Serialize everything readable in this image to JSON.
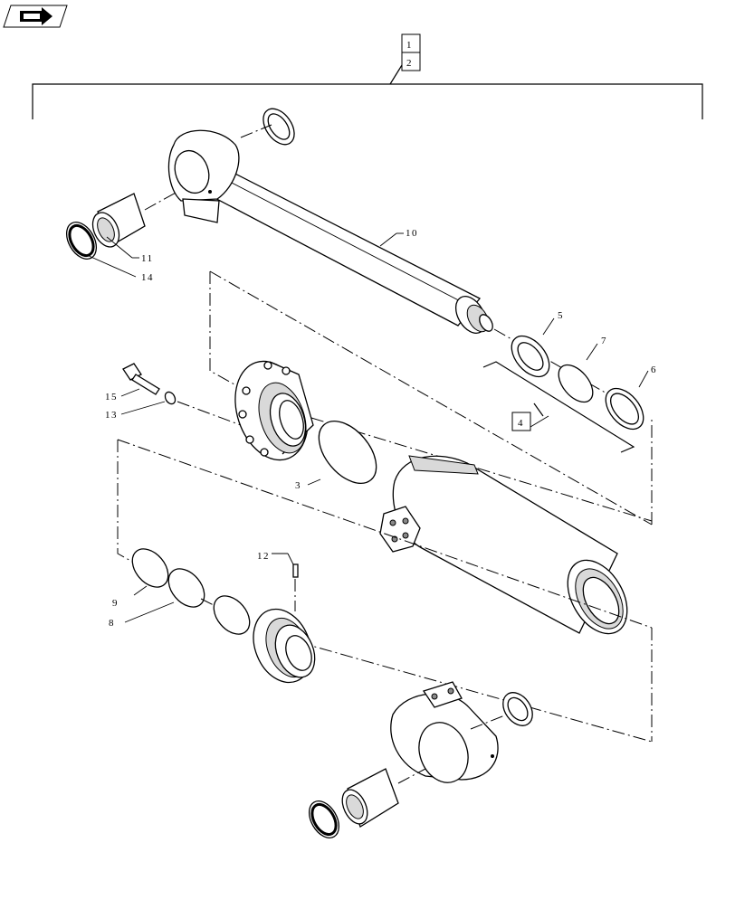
{
  "nav_icon": "next-page-arrow-icon",
  "assembly_refs": [
    "1",
    "2"
  ],
  "subassembly_ref": "4",
  "callouts": {
    "c1": "1",
    "c2": "2",
    "c3": "3",
    "c4": "4",
    "c5": "5",
    "c6": "6",
    "c7": "7",
    "c8": "8",
    "c9": "9",
    "c10": "10",
    "c11": "11",
    "c12": "12",
    "c13": "13",
    "c14": "14",
    "c15": "15"
  }
}
